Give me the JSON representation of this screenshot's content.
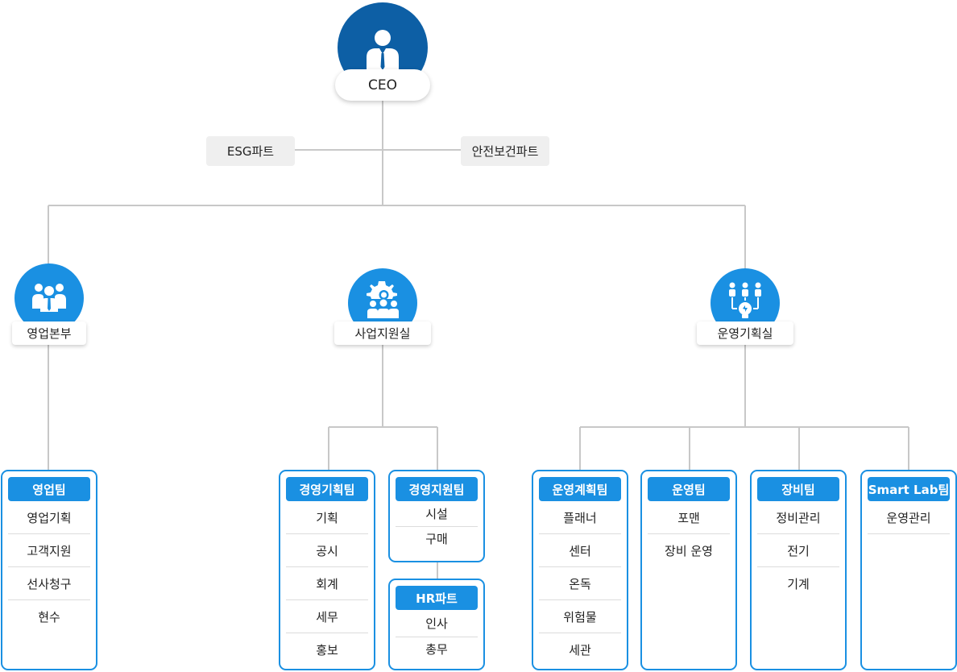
{
  "ceo": {
    "label": "CEO"
  },
  "parts": {
    "left": "ESG파트",
    "right": "안전보건파트"
  },
  "divisions": [
    {
      "label": "영업본부",
      "icon": "people-group-icon"
    },
    {
      "label": "사업지원실",
      "icon": "gear-people-icon"
    },
    {
      "label": "운영기획실",
      "icon": "idea-people-icon"
    }
  ],
  "teams": {
    "sales": {
      "title": "영업팀",
      "items": [
        "영업기획",
        "고객지원",
        "선사청구",
        "현수"
      ]
    },
    "mgmt_planning": {
      "title": "경영기획팀",
      "items": [
        "기획",
        "공시",
        "회계",
        "세무",
        "홍보"
      ]
    },
    "mgmt_support": {
      "title": "경영지원팀",
      "items": [
        "시설",
        "구매"
      ]
    },
    "hr": {
      "title": "HR파트",
      "items": [
        "인사",
        "총무"
      ]
    },
    "ops_planning": {
      "title": "운영계획팀",
      "items": [
        "플래너",
        "센터",
        "온독",
        "위험물",
        "세관"
      ]
    },
    "ops": {
      "title": "운영팀",
      "items": [
        "포맨",
        "장비 운영"
      ]
    },
    "equipment": {
      "title": "장비팀",
      "items": [
        "정비관리",
        "전기",
        "기계"
      ]
    },
    "smartlab": {
      "title": "Smart Lab팀",
      "items": [
        "운영관리"
      ]
    }
  },
  "colors": {
    "ceo": "#0d5fa5",
    "accent": "#1a90e2",
    "line": "#cccccc",
    "part_bg": "#efefef"
  }
}
